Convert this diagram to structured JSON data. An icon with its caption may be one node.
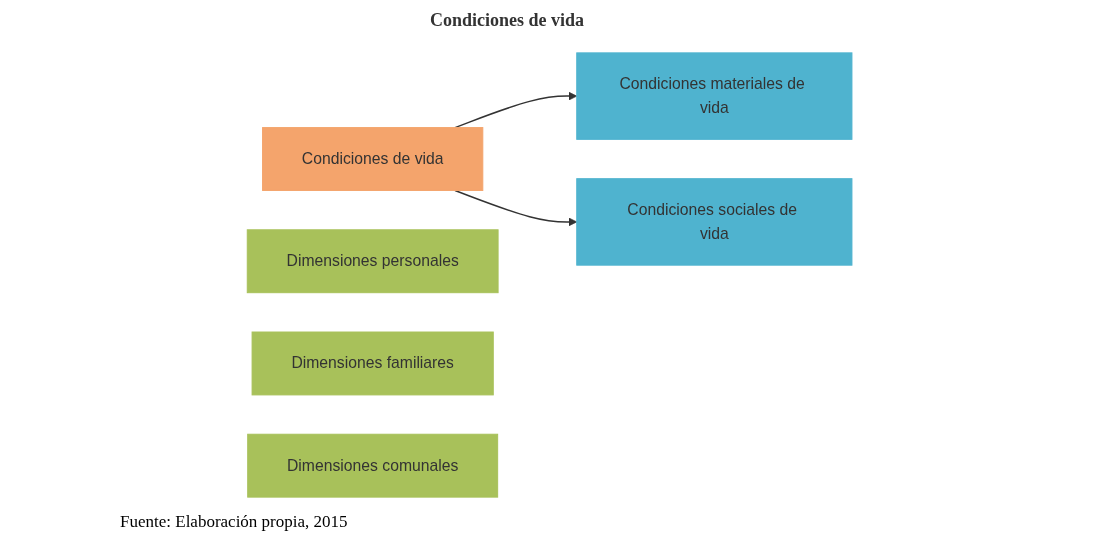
{
  "diagram": {
    "caption": "Fuente: Elaboración propia, 2015",
    "nodes": [
      {
        "text": [
          "Condiciones de vida"
        ]
      },
      {
        "text": [
          "Condiciones materiales de vida"
        ]
      },
      {
        "text": [
          "Condiciones sociales de vida"
        ]
      },
      {
        "text": [
          "Dimensiones personales"
        ]
      },
      {
        "text": [
          "Dimensiones familiares"
        ]
      },
      {
        "text": [
          "Dimensiones comunales"
        ]
      }
    ],
    "edges": [
      {
        "from": 0,
        "to": 1,
        "arrow": "to"
      },
      {
        "from": 0,
        "to": 2,
        "arrow": "to"
      }
    ],
    "labels": [
      "Condiciones de vida"
    ]
  }
}
